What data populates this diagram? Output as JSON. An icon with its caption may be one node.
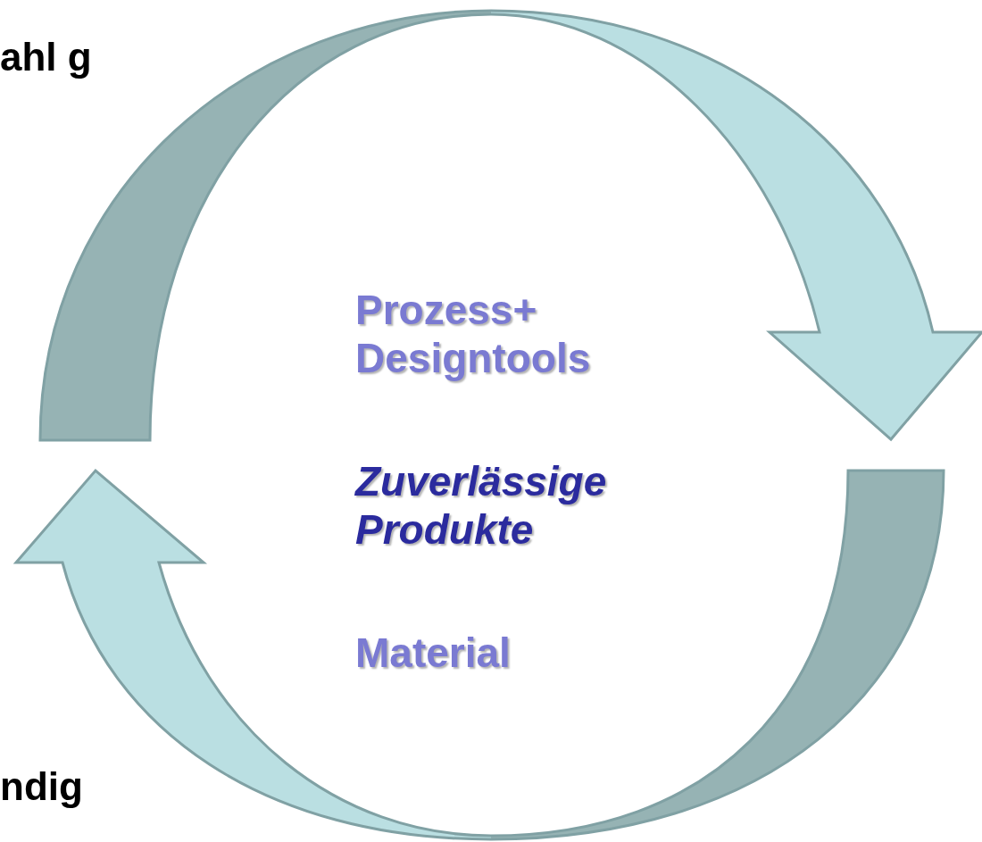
{
  "diagram": {
    "labels": [
      "ahl g",
      "Prozess+ Designtools",
      "Zuverlässige Produkte",
      "Material",
      "ndig"
    ]
  }
}
